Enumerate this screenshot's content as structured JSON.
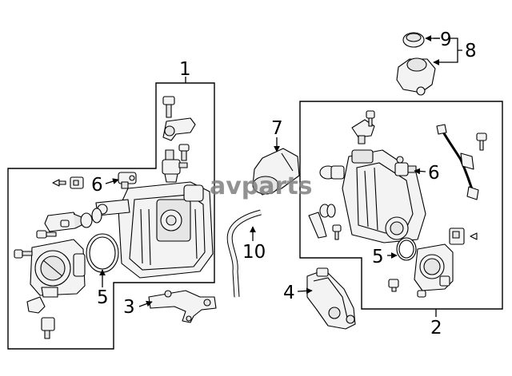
{
  "watermark": "avparts",
  "callouts": {
    "c1": "1",
    "c2": "2",
    "c3": "3",
    "c4": "4",
    "c5a": "5",
    "c5b": "5",
    "c6a": "6",
    "c6b": "6",
    "c7": "7",
    "c8": "8",
    "c9": "9",
    "c10": "10"
  },
  "colors": {
    "line": "#000000",
    "background": "#ffffff",
    "watermark": "#808080"
  }
}
